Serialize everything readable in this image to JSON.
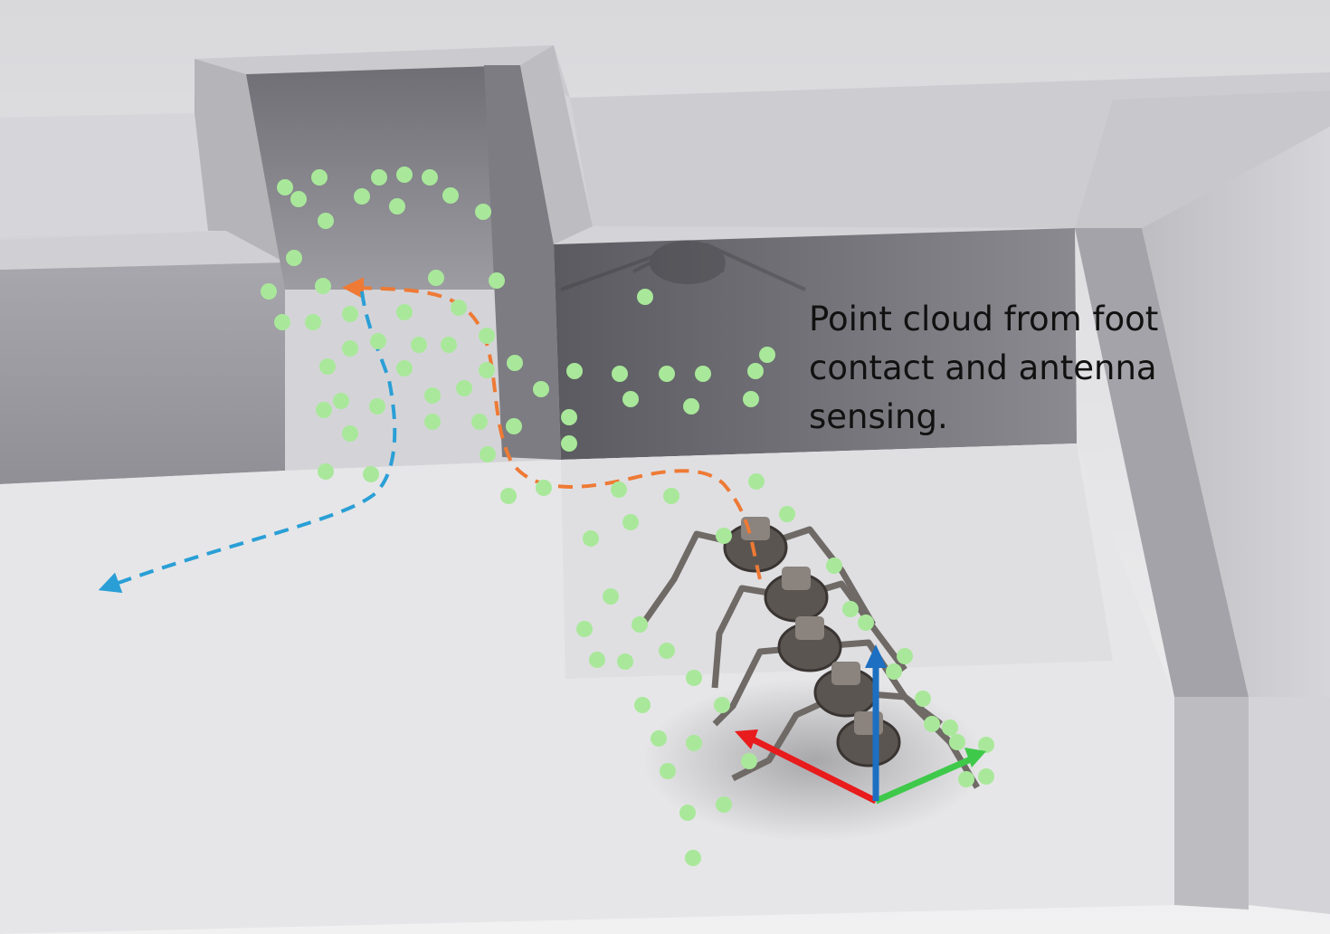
{
  "caption": {
    "lines": [
      "Point cloud from foot",
      "contact and antenna",
      "sensing."
    ]
  },
  "colors": {
    "point_cloud": "#a9e89a",
    "path_orange": "#ee7a35",
    "path_blue": "#2a9fd6",
    "axis_x_red": "#e81c1c",
    "axis_y_green": "#3ec94a",
    "axis_z_blue": "#1d6fc1",
    "wall_top": "#cfcfd3",
    "wall_shadow": "#6a6a70",
    "floor": "#e4e4e6"
  },
  "scene": {
    "robot": "multi-legged-robot",
    "elements": [
      "maze-walls",
      "point-cloud",
      "orange-path",
      "blue-path",
      "coordinate-frame"
    ]
  }
}
